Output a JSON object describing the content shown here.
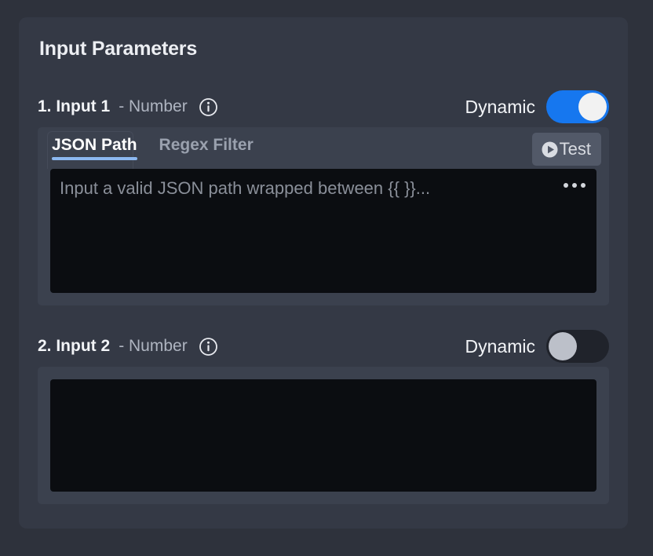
{
  "card": {
    "title": "Input Parameters"
  },
  "params": [
    {
      "index": "1. Input 1",
      "type": "- Number",
      "info_icon": "info-icon",
      "dynamic_label": "Dynamic",
      "dynamic_on": true,
      "tabs": [
        {
          "label": "JSON Path",
          "active": true
        },
        {
          "label": "Regex Filter",
          "active": false
        }
      ],
      "test_button": {
        "label": "Test",
        "icon": "play-icon"
      },
      "editor": {
        "value": "",
        "placeholder": "Input a valid JSON path wrapped between {{ }}...",
        "overflow_menu": "ellipsis-icon"
      }
    },
    {
      "index": "2. Input 2",
      "type": "- Number",
      "info_icon": "info-icon",
      "dynamic_label": "Dynamic",
      "dynamic_on": false,
      "editor": {
        "value": "",
        "placeholder": ""
      }
    }
  ],
  "colors": {
    "background": "#2e323c",
    "card": "#343945",
    "panel": "#3b414e",
    "editor": "#0b0d11",
    "toggle_on": "#1677ef",
    "toggle_off": "#20232b",
    "tab_active_underline": "#8cb8f0",
    "test_button": "#525968"
  }
}
